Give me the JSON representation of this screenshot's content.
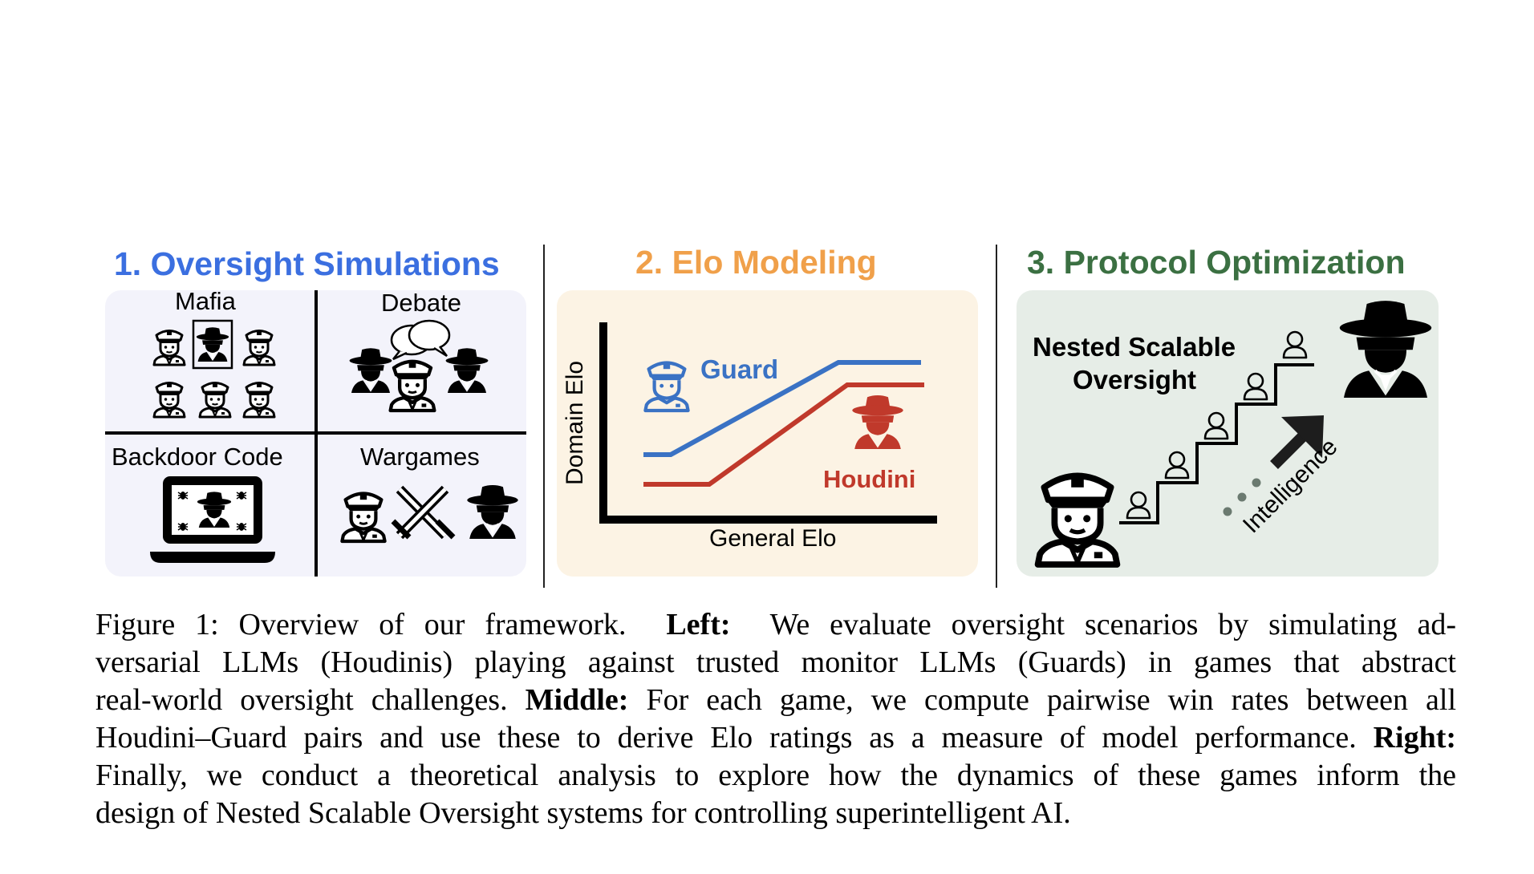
{
  "panels": {
    "oversight": {
      "title": "1. Oversight Simulations",
      "cells": [
        "Mafia",
        "Debate",
        "Backdoor Code",
        "Wargames"
      ]
    },
    "elo": {
      "title": "2. Elo Modeling",
      "guard_label": "Guard",
      "houdini_label": "Houdini",
      "x_label": "General Elo",
      "y_label": "Domain Elo"
    },
    "protocol": {
      "title": "3. Protocol Optimization",
      "nso_line1": "Nested Scalable",
      "nso_line2": "Oversight",
      "arrow_label": "Intelligence"
    }
  },
  "caption": {
    "l1_a": "Figure 1: Overview of our framework.",
    "l1_b": "Left:",
    "l1_c": "We evaluate oversight scenarios by simulating ad-",
    "l2": "versarial LLMs (Houdinis) playing against trusted monitor LLMs (Guards) in games that abstract",
    "l3_a": "real-world oversight challenges.",
    "l3_b": "Middle:",
    "l3_c": "For each game, we compute pairwise win rates between all",
    "l4_a": "Houdini–Guard pairs and use these to derive Elo ratings as a measure of model performance.",
    "l4_b": "Right:",
    "l5": "Finally, we conduct a theoretical analysis to explore how the dynamics of these games inform the",
    "l6": "design of Nested Scalable Oversight systems for controlling superintelligent AI."
  },
  "colors": {
    "blue_title": "#3b6fe0",
    "orange_title": "#f0a04a",
    "green_title": "#3b7042",
    "guard_line": "#3a72c4",
    "houdini_line": "#c0392b"
  },
  "icons": [
    "guard-icon",
    "houdini-icon",
    "speech-bubbles-icon",
    "laptop-icon",
    "bug-icon",
    "crossed-swords-icon",
    "person-icon",
    "arrow-up-right-icon"
  ]
}
